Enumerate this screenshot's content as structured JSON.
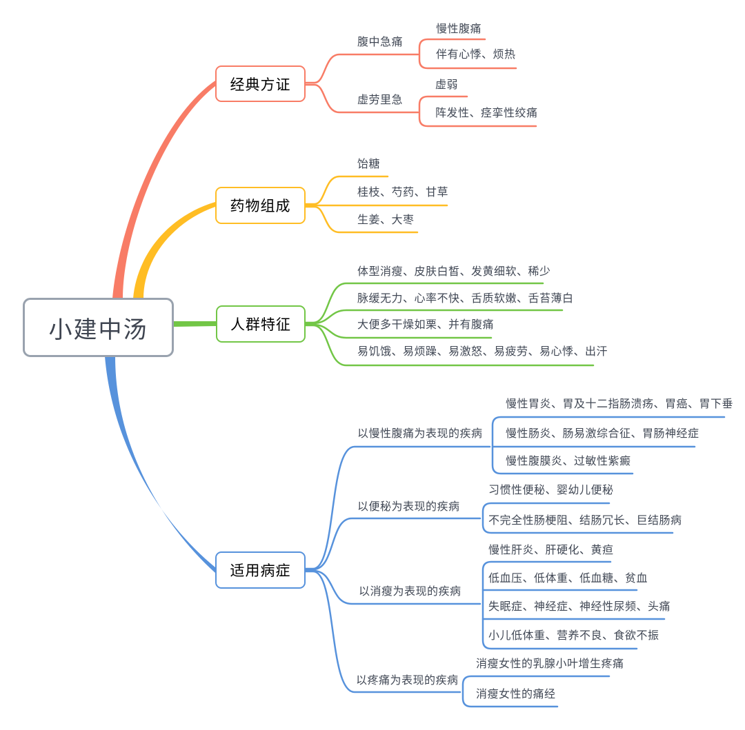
{
  "root": {
    "label": "小建中汤",
    "border_color": "#99A2AE"
  },
  "text_color": "#414855",
  "background_color": "#FFFFFF",
  "branches": [
    {
      "label": "经典方证",
      "color": "#F87C66",
      "children": [
        {
          "label": "腹中急痛",
          "children": [
            {
              "label": "慢性腹痛"
            },
            {
              "label": "伴有心悸、烦热"
            }
          ]
        },
        {
          "label": "虚劳里急",
          "children": [
            {
              "label": "虚弱"
            },
            {
              "label": "阵发性、痉挛性绞痛"
            }
          ]
        }
      ]
    },
    {
      "label": "药物组成",
      "color": "#FFBD24",
      "children": [
        {
          "label": "饴糖"
        },
        {
          "label": "桂枝、芍药、甘草"
        },
        {
          "label": "生姜、大枣"
        }
      ]
    },
    {
      "label": "人群特征",
      "color": "#72C646",
      "children": [
        {
          "label": "体型消瘦、皮肤白皙、发黄细软、稀少"
        },
        {
          "label": "脉缓无力、心率不快、舌质软嫩、舌苔薄白"
        },
        {
          "label": "大便多干燥如栗、并有腹痛"
        },
        {
          "label": "易饥饿、易烦躁、易激怒、易疲劳、易心悸、出汗"
        }
      ]
    },
    {
      "label": "适用病症",
      "color": "#5792DC",
      "children": [
        {
          "label": "以慢性腹痛为表现的疾病",
          "children": [
            {
              "label": "慢性胃炎、胃及十二指肠溃疡、胃癌、胃下垂"
            },
            {
              "label": "慢性肠炎、肠易激综合征、胃肠神经症"
            },
            {
              "label": "慢性腹膜炎、过敏性紫癜"
            }
          ]
        },
        {
          "label": "以便秘为表现的疾病",
          "children": [
            {
              "label": "习惯性便秘、婴幼儿便秘"
            },
            {
              "label": "不完全性肠梗阻、结肠冗长、巨结肠病"
            }
          ]
        },
        {
          "label": "以消瘦为表现的疾病",
          "children": [
            {
              "label": "慢性肝炎、肝硬化、黄疸"
            },
            {
              "label": "低血压、低体重、低血糖、贫血"
            },
            {
              "label": "失眠症、神经症、神经性尿频、头痛"
            },
            {
              "label": "小儿低体重、营养不良、食欲不振"
            }
          ]
        },
        {
          "label": "以疼痛为表现的疾病",
          "children": [
            {
              "label": "消瘦女性的乳腺小叶增生疼痛"
            },
            {
              "label": "消瘦女性的痛经"
            }
          ]
        }
      ]
    }
  ]
}
